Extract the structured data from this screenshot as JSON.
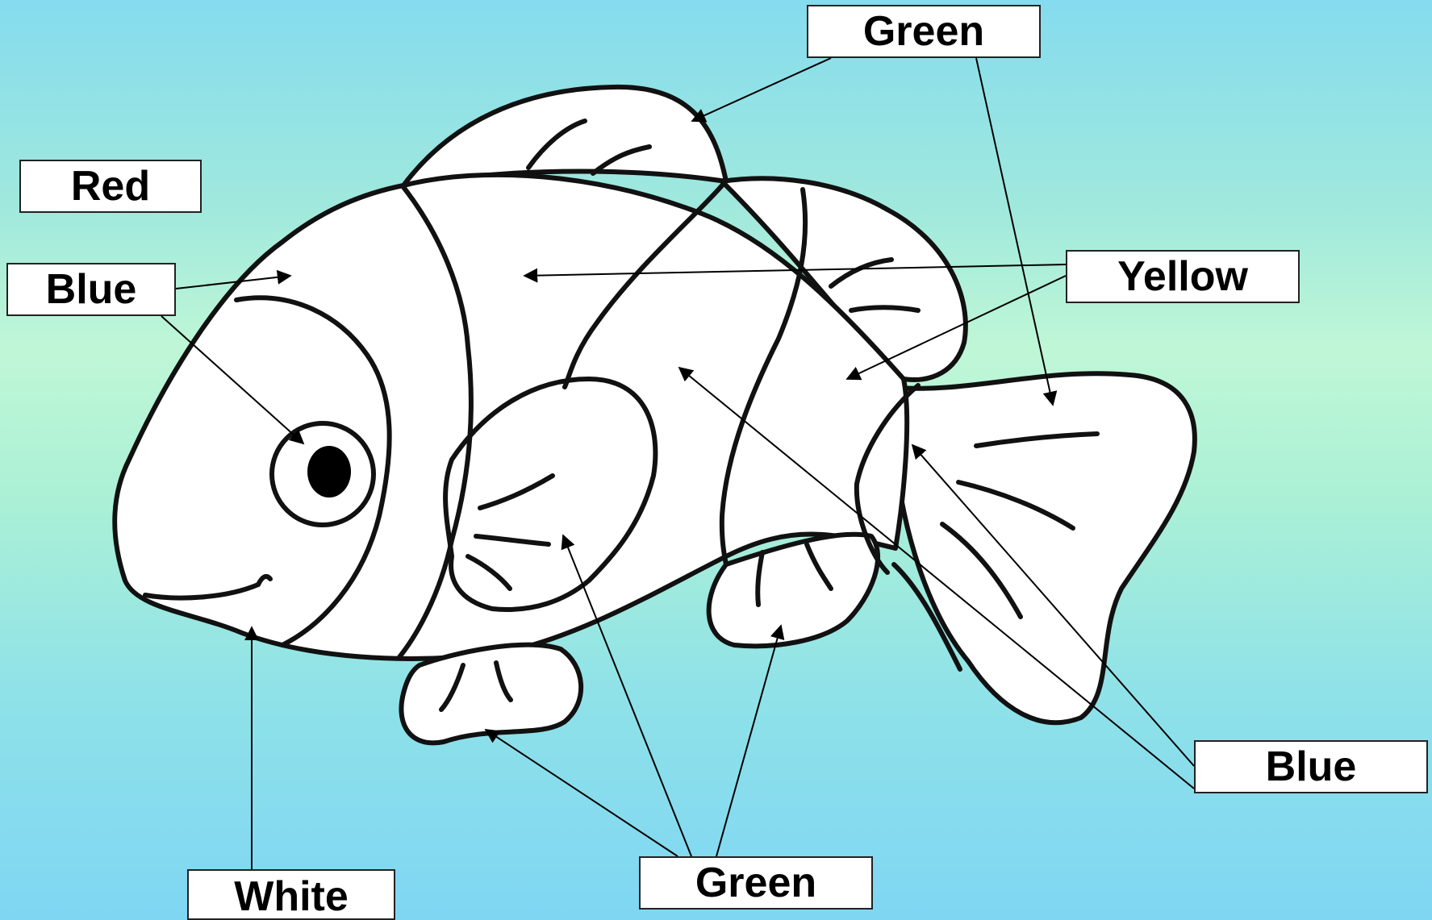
{
  "labels": {
    "green_top": "Green",
    "red": "Red",
    "blue_left": "Blue",
    "yellow": "Yellow",
    "blue_right": "Blue",
    "white": "White",
    "green_bottom": "Green"
  },
  "colors": {
    "background_top": "#85dcee",
    "background_middle": "#bff7d6",
    "background_bottom": "#7fd6f3",
    "outline": "#111111",
    "fill": "#ffffff"
  }
}
